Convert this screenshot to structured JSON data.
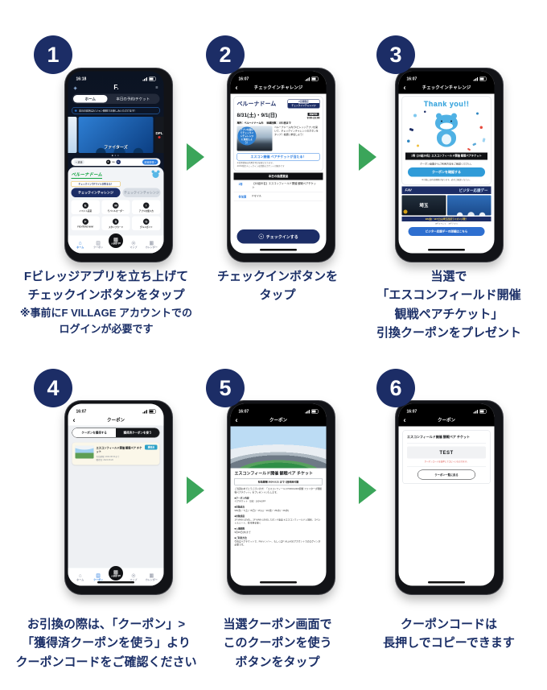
{
  "colors": {
    "navy": "#1c2d66",
    "green": "#3ba55a",
    "blue": "#2f7fe0",
    "badge_teal": "#2aa0c8"
  },
  "steps": [
    {
      "number": "1",
      "lines": [
        "Fビレッジアプリを立ち上げて",
        "チェックインボタンをタップ"
      ],
      "notes": [
        "※事前にF VILLAGE アカウントでの",
        "ログインが必要です"
      ]
    },
    {
      "number": "2",
      "lines": [
        "チェックインボタンを",
        "タップ"
      ]
    },
    {
      "number": "3",
      "lines": [
        "当選で",
        "「エスコンフィールド開催",
        "観戦ペアチケット」",
        "引換クーポンをプレゼント"
      ]
    },
    {
      "number": "4",
      "lines": [
        "お引換の際は、「クーポン」>",
        "「獲得済クーポンを使う」より",
        "クーポンコードをご確認ください"
      ]
    },
    {
      "number": "5",
      "lines": [
        "当選クーポン画面で",
        "このクーポンを使う",
        "ボタンをタップ"
      ]
    },
    {
      "number": "6",
      "lines": [
        "クーポンコードは",
        "長押しでコピーできます"
      ]
    }
  ],
  "nav": {
    "items": [
      {
        "label": "ホーム"
      },
      {
        "label": "クーポン"
      },
      {
        "label": "入退場 QR"
      },
      {
        "label": "マップ"
      },
      {
        "label": "カレンダー"
      }
    ]
  },
  "phone1": {
    "status_time": "16:18",
    "logo": "F.",
    "tabs": {
      "home": "ホーム",
      "reserve": "本日の予約/チケット"
    },
    "banner": "本日の試合はビジョン観戦でお楽しみいただけます！",
    "carousel_title": "ファイターズ",
    "carousel_right": "DPL",
    "match_bar": {
      "left": "< 試合",
      "center": "vs",
      "right": "試合情報 >"
    },
    "dome_logo": "ベルーナドーム",
    "checkin_hint": "チェックインでFマイルが貯まる！",
    "checkin_btn": "チェックインチャレンジ",
    "checkin_btn2": "チェックインチャレンジ",
    "tiles": [
      {
        "label": "イベント応募"
      },
      {
        "label": "モバイルオーダー"
      },
      {
        "label": "アプリの使い方"
      },
      {
        "label": "FIGHTERS NAVI"
      },
      {
        "label": "スタンプカード"
      },
      {
        "label": "グルメガイド"
      }
    ]
  },
  "phone2": {
    "status_time": "16:07",
    "header": "チェックインチャレンジ",
    "card": {
      "title": "ベルーナドーム",
      "badge_top": "2日間限定",
      "badge_bottom": "チェックインチャレンジ",
      "dates": "8/31(土)・9/1(日)",
      "time_label": "開催時間",
      "time_value": "9:00-23:00",
      "place": "場所：ベルーナドーム内",
      "limit": "抽選回数：1日1回まで",
      "sticker": "アプリを開いてチェックインチャレンジに参加しよう！",
      "desc": "ベルーナドーム内でFビレッジアプリを開いて、チェックインチャレンジのボタンをタップ！抽選に参加しよう！",
      "prize_banner": "エスコン開催 ペアチケットが当たる！",
      "note1": "※位置情報の利用許可が必要となります。",
      "note2": "※FAV限定チェックインは回数のカウント対象外です"
    },
    "prize_header": "本日の抽選賞品",
    "prizes": [
      {
        "rank": "1等",
        "name": "【10組20名】エスコンフィールド開催 観戦ペアチケット"
      },
      {
        "rank": "参加賞",
        "name": "Fマイル"
      }
    ],
    "checkin_button": "チェックインする"
  },
  "phone3": {
    "status_time": "16:07",
    "header": "チェックインチャレンジ",
    "thanks": "Thank you!!",
    "prize_band": "1等【10組20名】エスコンフィールド開催 観戦ペアチケット",
    "instruction": "クーポン画面からご利用方法をご確認ください。",
    "confirm_button": "クーポンを確認する",
    "note": "※引換には有効期限があります。必ずご確認ください。",
    "fav_logo": "FAV",
    "fav_title": "ビジター応援デー",
    "photo_left_label": "埼玉",
    "fav_caption": "9/6(金)・9/7(土)は埼玉西武ライオンズ戦！",
    "fav_sub": "≫Fイベント　≫Fアプリ",
    "detail_button": "ビジター応援デーの詳細はこちら"
  },
  "phone4": {
    "status_time": "16:07",
    "header": "クーポン",
    "tab_get": "クーポンを獲得する",
    "tab_use": "獲得済クーポンを使う",
    "coupon": {
      "badge": "獲得済",
      "title": "エスコンフィールド開催 観戦ペア チケット",
      "expiry": "有効期限: 2024.08.31まで",
      "acquired": "獲得日: 2024.08.20"
    }
  },
  "phone5": {
    "status_time": "16:07",
    "header": "クーポン",
    "title": "エスコンフィールド開催 観戦ペア チケット",
    "validity": "有効期限 2024.8.31 まで 1回利用可能",
    "intro": "ご当選おめでとうございます！「エスコンフィールドHOKKAIDO開催 ファイターズ戦観戦ペアチケット」をプレゼントいたします。",
    "sections": [
      {
        "head": "■クーポン内容",
        "body": "ペアチケット（2名）100%OFF"
      },
      {
        "head": "■対象試合",
        "body": "9/6(金)・7(土)・8(日)・17(火)・20(金)・25(水)・26(木)"
      },
      {
        "head": "■対象座席",
        "body": "1F MAIN LEVEL、2F MAIN LEVEL スタンド座席 ※エスコンフィールド入場料、スペシャルシート、駐車券を除く"
      },
      {
        "head": "■入場期限",
        "body": "9月26日(木)まで"
      },
      {
        "head": "■ご利用方法",
        "body": "引換はペアチケットで、FAVメンバー、もしくはF VILLAGEアカウントでのログインが必要です。"
      }
    ]
  },
  "phone6": {
    "status_time": "16:07",
    "header": "クーポン",
    "title": "エスコンフィールド開催 観戦ペア チケット",
    "code": "TEST",
    "copy_hint": "クーポンコードは長押しでコピーいただけます。",
    "back_button": "クーポン一覧に戻る"
  }
}
